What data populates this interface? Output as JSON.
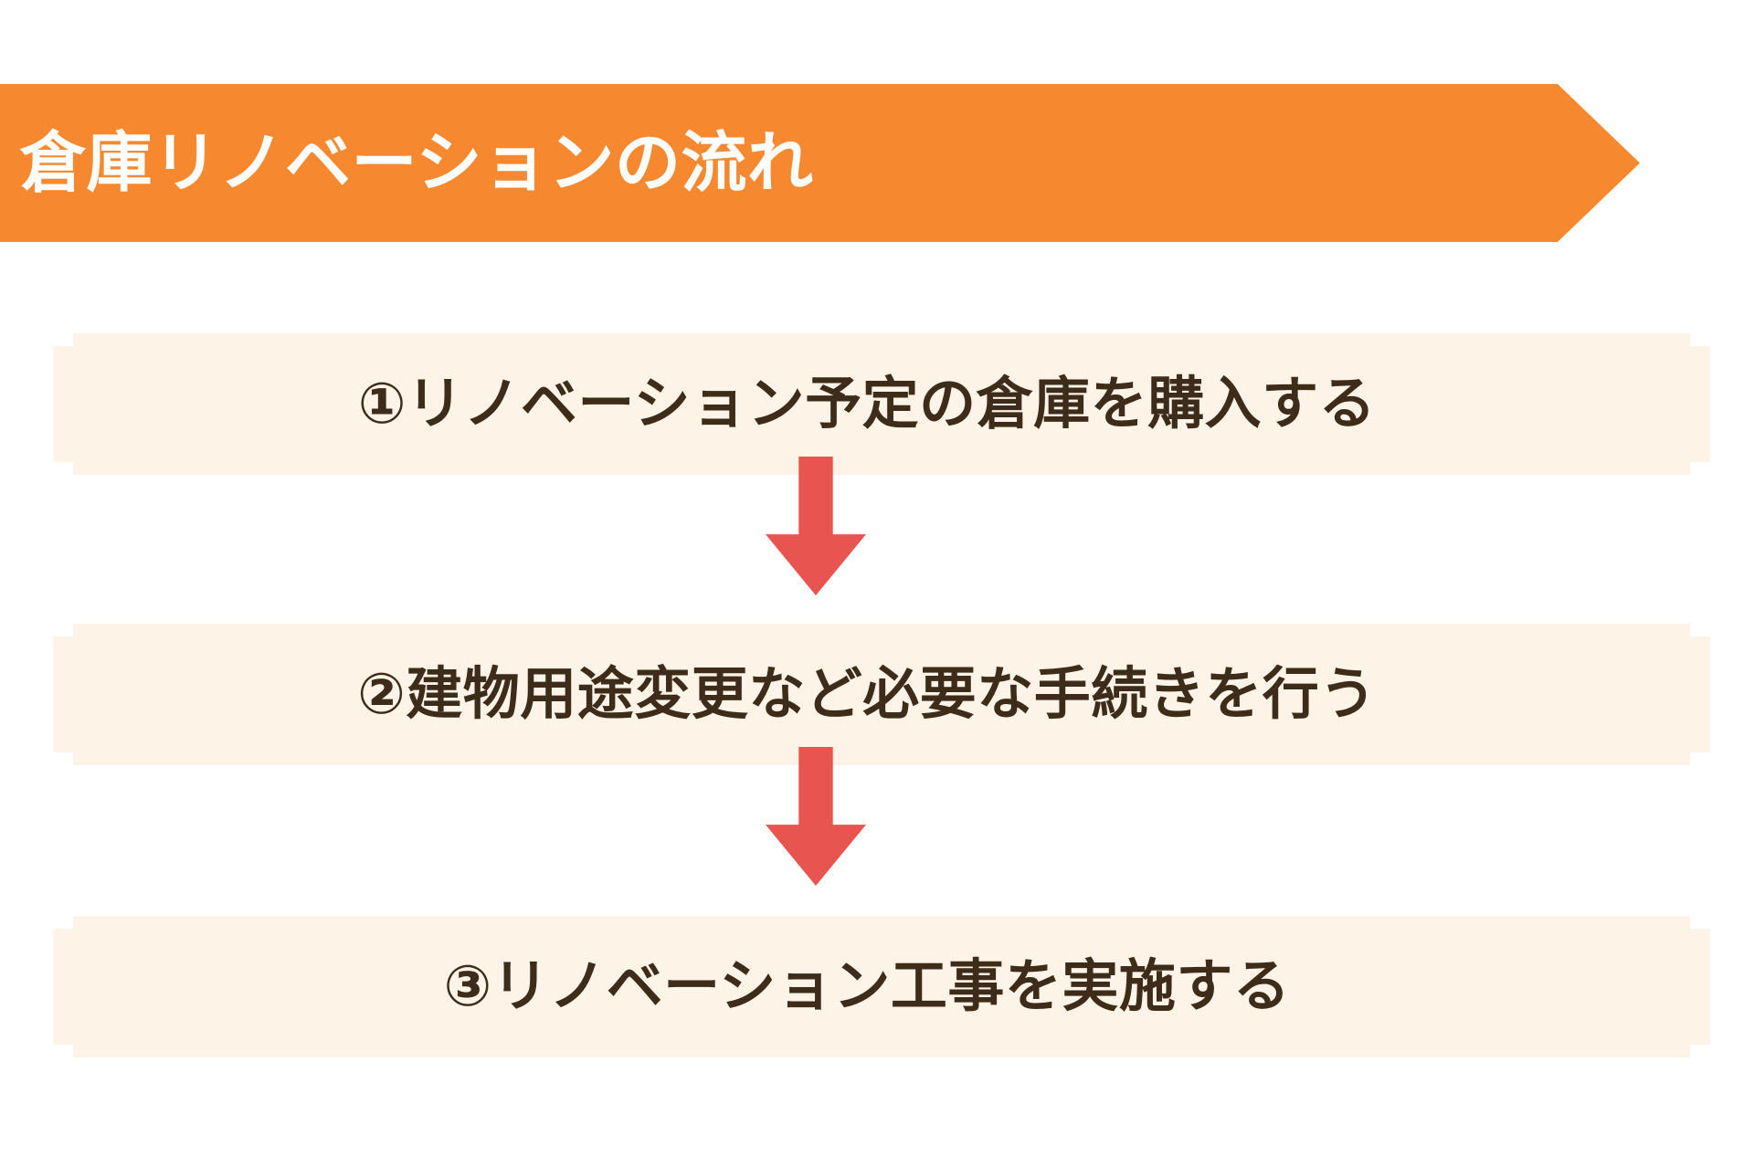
{
  "banner": {
    "title": "倉庫リノベーションの流れ",
    "background_color": "#F6882F",
    "text_color": "#FFFFFF",
    "shape": "right-pointing-arrow-banner"
  },
  "flow": {
    "box_background_color": "#FDF3E7",
    "box_text_color": "#3E2C1A",
    "arrow_color": "#E8544F",
    "arrow_icon": "arrow-down-icon",
    "steps": [
      {
        "number": "①",
        "label": "①リノベーション予定の倉庫を購入する"
      },
      {
        "number": "②",
        "label": "②建物用途変更など必要な手続きを行う"
      },
      {
        "number": "③",
        "label": "③リノベーション工事を実施する"
      }
    ]
  },
  "page": {
    "background_color": "#FFFFFF"
  }
}
